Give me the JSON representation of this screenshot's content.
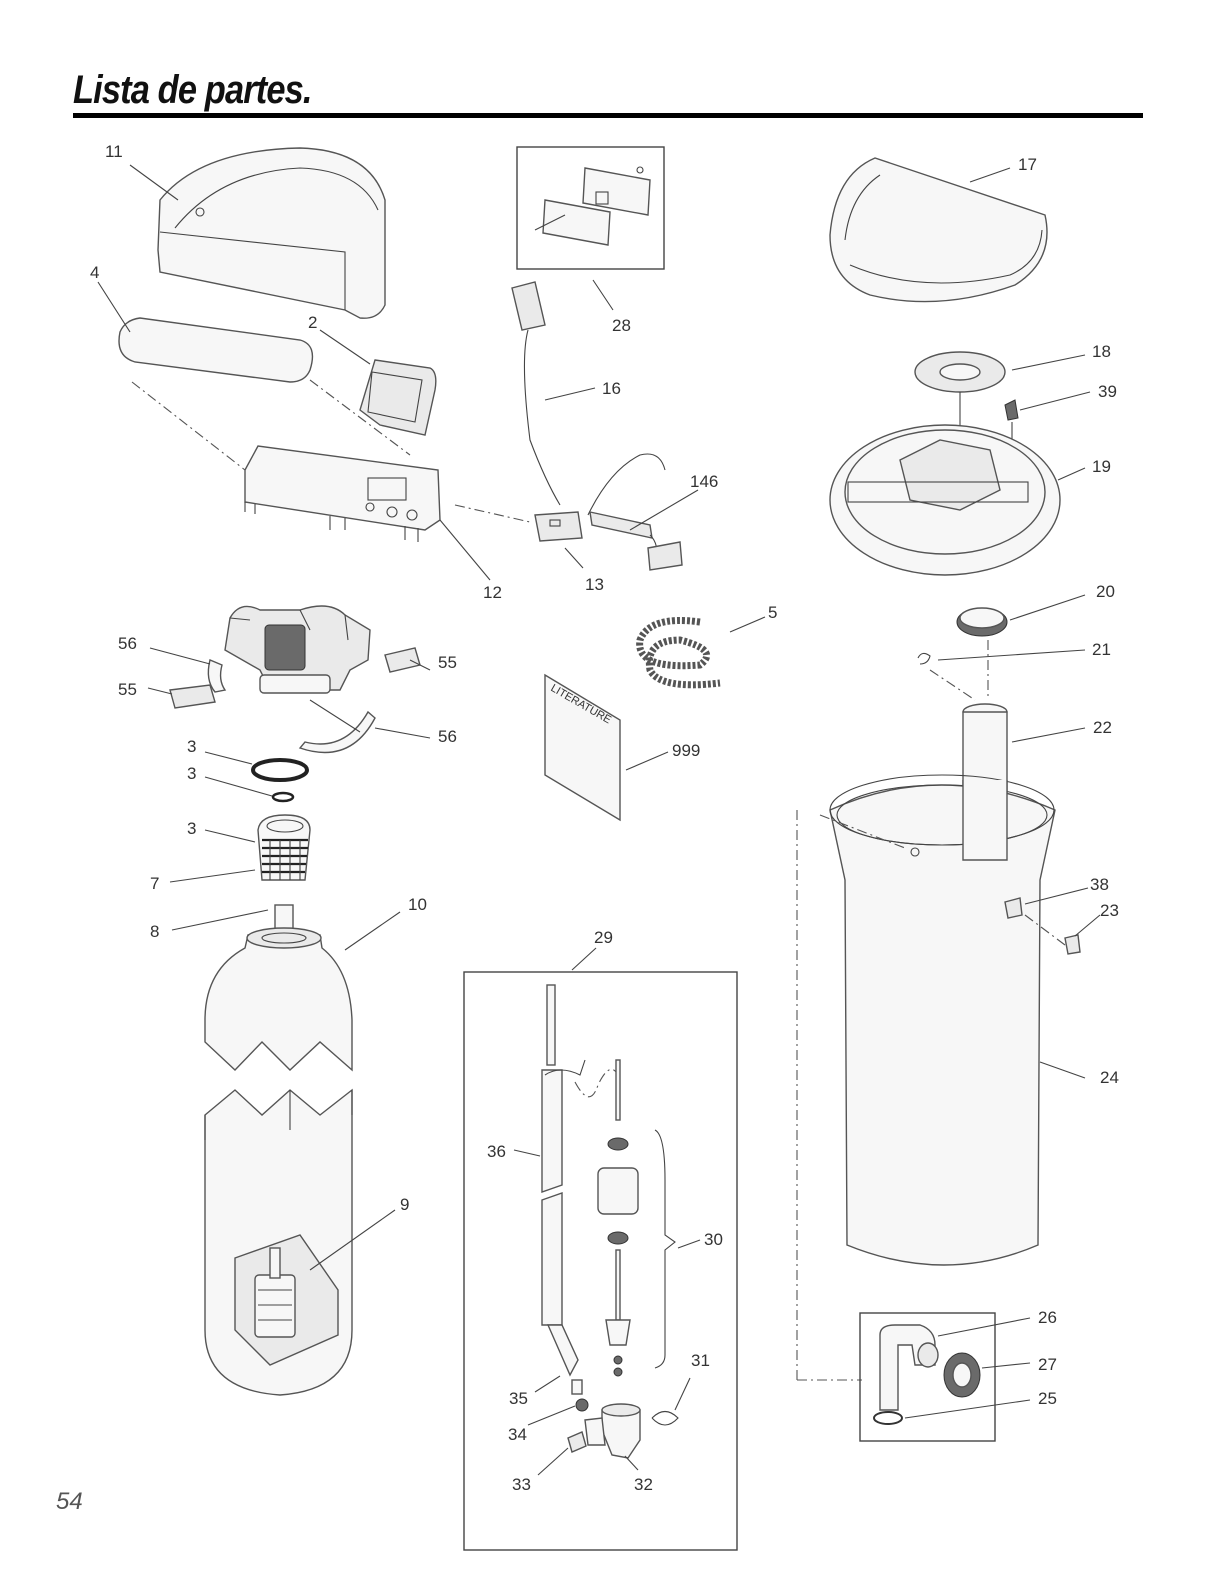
{
  "page": {
    "title": "Lista de partes.",
    "page_number": "54"
  },
  "callouts": {
    "c11": "11",
    "c4": "4",
    "c2": "2",
    "c12": "12",
    "c13": "13",
    "c16": "16",
    "c146": "146",
    "c28": "28",
    "c17": "17",
    "c18": "18",
    "c39": "39",
    "c19": "19",
    "c20": "20",
    "c21": "21",
    "c22": "22",
    "c5": "5",
    "c56a": "56",
    "c55a": "55",
    "c55b": "55",
    "c56b": "56",
    "c3a": "3",
    "c3b": "3",
    "c3c": "3",
    "c7": "7",
    "c8": "8",
    "c10": "10",
    "c9": "9",
    "c999": "999",
    "c29": "29",
    "c36": "36",
    "c30": "30",
    "c31": "31",
    "c35": "35",
    "c34": "34",
    "c33": "33",
    "c32": "32",
    "c38": "38",
    "c23": "23",
    "c24": "24",
    "c26": "26",
    "c27": "27",
    "c25": "25"
  },
  "literature_text": "LITERATURE"
}
